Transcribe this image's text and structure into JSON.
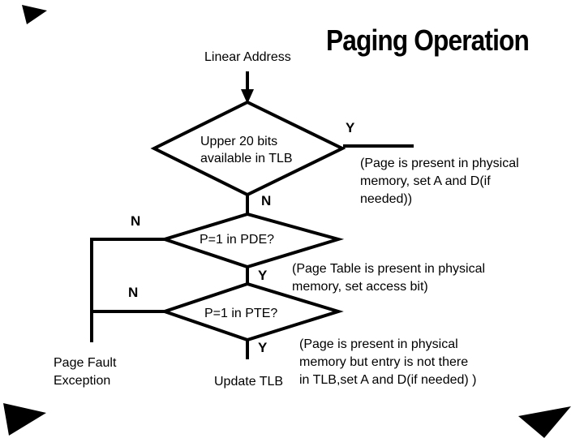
{
  "slide": {
    "title": "Paging Operation",
    "colors": {
      "background": "#ffffff",
      "ink": "#000000"
    },
    "labels": {
      "linear_address": "Linear Address",
      "update_tlb": "Update TLB",
      "page_fault_exception": "Page Fault\nException"
    },
    "decisions": [
      {
        "text": "Upper 20 bits\navailable in TLB",
        "yes_label": "Y",
        "no_label": "N"
      },
      {
        "text": "P=1 in PDE?",
        "yes_label": "Y",
        "no_label": "N"
      },
      {
        "text": "P=1 in PTE?",
        "yes_label": "Y",
        "no_label": "N"
      }
    ],
    "annotations": {
      "tlb_hit": "(Page is present in physical\nmemory, set A and D(if\nneeded))",
      "pde_present": "(Page Table is present in physical\nmemory, set access bit)",
      "pte_present": "(Page is present in physical\nmemory but entry is not there\nin TLB,set A and D(if needed) )"
    }
  }
}
